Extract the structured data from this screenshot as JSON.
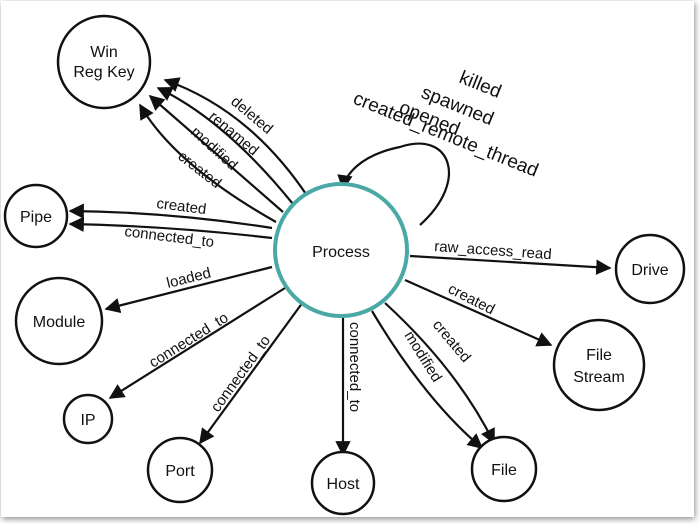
{
  "nodes": {
    "process": "Process",
    "winregkey_line1": "Win",
    "winregkey_line2": "Reg Key",
    "pipe": "Pipe",
    "module": "Module",
    "ip": "IP",
    "port": "Port",
    "host": "Host",
    "file": "File",
    "filestream_line1": "File",
    "filestream_line2": "Stream",
    "drive": "Drive"
  },
  "edges": {
    "deleted": "deleted",
    "renamed": "renamed",
    "modified_regkey": "modified",
    "created_regkey": "created",
    "created_pipe": "created",
    "connected_to_pipe": "connected_to",
    "loaded": "loaded",
    "connected_to_ip": "connected_to",
    "connected_to_port": "connected_to",
    "connected_to_host": "connected_to",
    "modified_file": "modified",
    "created_file": "created",
    "created_filestream": "created",
    "raw_access_read": "raw_access_read"
  },
  "self_loop": {
    "killed": "killed",
    "spawned": "spawned",
    "opened": "opened",
    "created_remote_thread": "created_remote_thread"
  },
  "colors": {
    "center_ring": "#4aa9a6",
    "stroke": "#111111"
  }
}
